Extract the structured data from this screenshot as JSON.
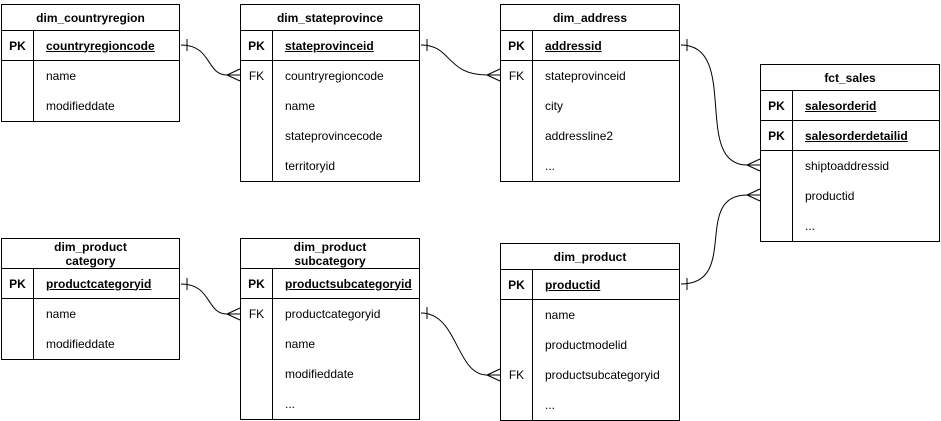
{
  "diagram": {
    "type": "entity-relationship-diagram",
    "background_color": "#ffffff",
    "line_color": "#000000",
    "text_color": "#000000"
  },
  "entities": [
    {
      "title": "dim_countryregion",
      "rows": [
        {
          "key": "PK",
          "field": "countryregioncode"
        },
        {
          "key": "",
          "field": "name"
        },
        {
          "key": "",
          "field": "modifieddate"
        }
      ]
    },
    {
      "title": "dim_stateprovince",
      "rows": [
        {
          "key": "PK",
          "field": "stateprovinceid"
        },
        {
          "key": "FK",
          "field": "countryregioncode"
        },
        {
          "key": "",
          "field": "name"
        },
        {
          "key": "",
          "field": "stateprovincecode"
        },
        {
          "key": "",
          "field": "territoryid"
        }
      ]
    },
    {
      "title": "dim_address",
      "rows": [
        {
          "key": "PK",
          "field": "addressid"
        },
        {
          "key": "FK",
          "field": "stateprovinceid"
        },
        {
          "key": "",
          "field": "city"
        },
        {
          "key": "",
          "field": "addressline2"
        },
        {
          "key": "",
          "field": "..."
        }
      ]
    },
    {
      "title": "fct_sales",
      "rows": [
        {
          "key": "PK",
          "field": "salesorderid"
        },
        {
          "key": "PK",
          "field": "salesorderdetailid"
        },
        {
          "key": "",
          "field": "shiptoaddressid"
        },
        {
          "key": "",
          "field": "productid"
        },
        {
          "key": "",
          "field": "..."
        }
      ]
    },
    {
      "title": "dim_product\ncategory",
      "rows": [
        {
          "key": "PK",
          "field": "productcategoryid"
        },
        {
          "key": "",
          "field": "name"
        },
        {
          "key": "",
          "field": "modifieddate"
        }
      ]
    },
    {
      "title": "dim_product\nsubcategory",
      "rows": [
        {
          "key": "PK",
          "field": "productsubcategoryid"
        },
        {
          "key": "FK",
          "field": "productcategoryid"
        },
        {
          "key": "",
          "field": "name"
        },
        {
          "key": "",
          "field": "modifieddate"
        },
        {
          "key": "",
          "field": "..."
        }
      ]
    },
    {
      "title": "dim_product",
      "rows": [
        {
          "key": "PK",
          "field": "productid"
        },
        {
          "key": "",
          "field": "name"
        },
        {
          "key": "",
          "field": "productmodelid"
        },
        {
          "key": "FK",
          "field": "productsubcategoryid"
        },
        {
          "key": "",
          "field": "..."
        }
      ]
    }
  ],
  "relationships": [
    {
      "from": "dim_countryregion.countryregioncode",
      "to": "dim_stateprovince.countryregioncode",
      "from_cardinality": "one",
      "to_cardinality": "many"
    },
    {
      "from": "dim_stateprovince.stateprovinceid",
      "to": "dim_address.stateprovinceid",
      "from_cardinality": "one",
      "to_cardinality": "many"
    },
    {
      "from": "dim_address.addressid",
      "to": "fct_sales.shiptoaddressid",
      "from_cardinality": "one",
      "to_cardinality": "many"
    },
    {
      "from": "dim_product.productid",
      "to": "fct_sales.productid",
      "from_cardinality": "one",
      "to_cardinality": "many"
    },
    {
      "from": "dim_productcategory.productcategoryid",
      "to": "dim_productsubcategory.productcategoryid",
      "from_cardinality": "one",
      "to_cardinality": "many"
    },
    {
      "from": "dim_productsubcategory.productsubcategoryid",
      "to": "dim_product.productsubcategoryid",
      "from_cardinality": "one",
      "to_cardinality": "many"
    }
  ]
}
